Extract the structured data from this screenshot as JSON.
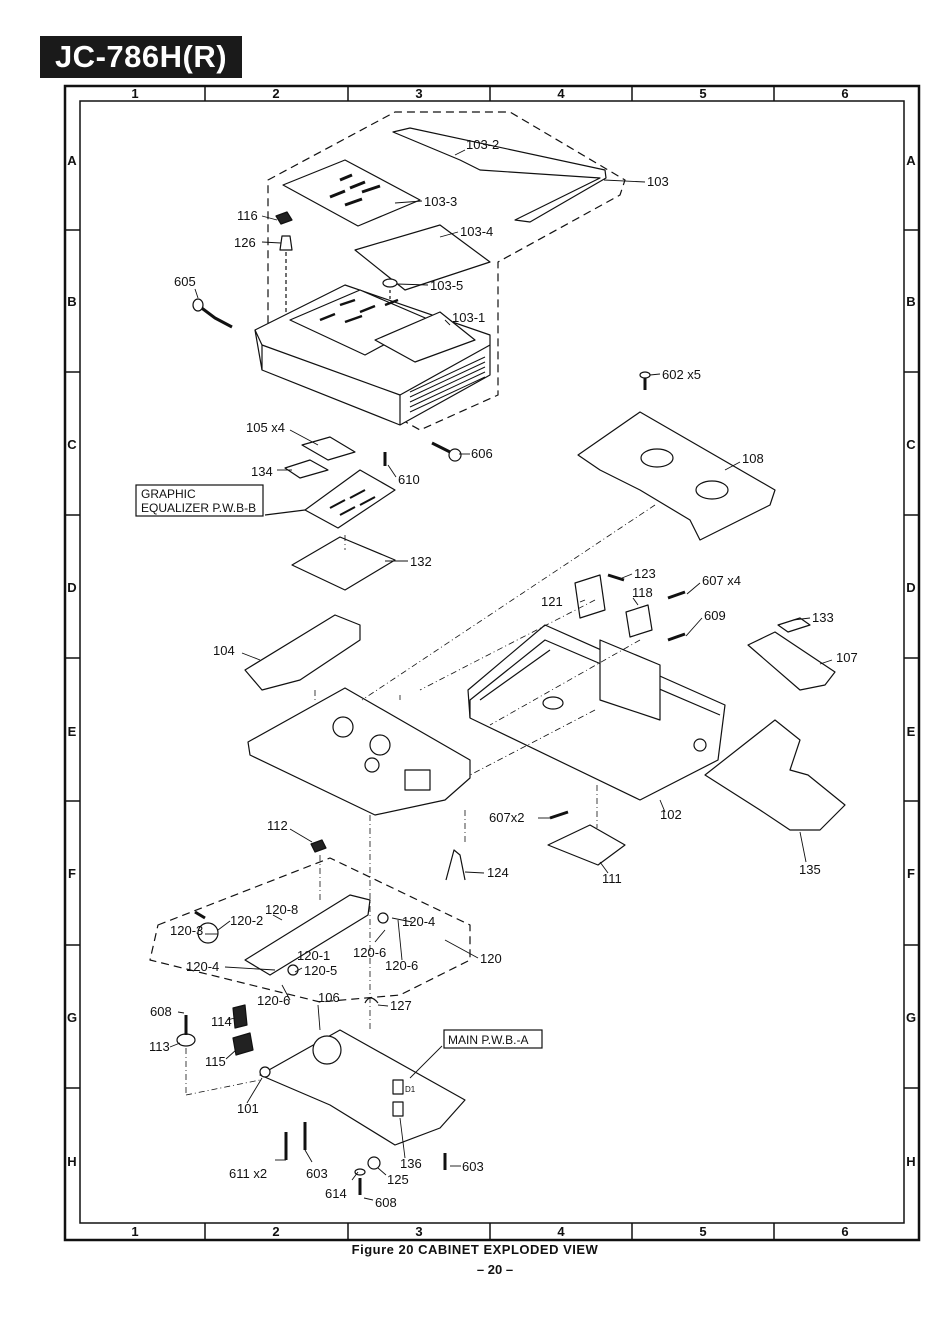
{
  "model_tag": "JC-786H(R)",
  "grid": {
    "columns": [
      "1",
      "2",
      "3",
      "4",
      "5",
      "6"
    ],
    "rows": [
      "A",
      "B",
      "C",
      "D",
      "E",
      "F",
      "G",
      "H"
    ]
  },
  "labels": {
    "p103_2": "103-2",
    "p103": "103",
    "p103_3": "103-3",
    "p116": "116",
    "p126": "126",
    "p103_4": "103-4",
    "p605": "605",
    "p103_5": "103-5",
    "p103_1": "103-1",
    "p602": "602 x5",
    "p105": "105 x4",
    "p606": "606",
    "p108": "108",
    "p134": "134",
    "p610": "610",
    "p132": "132",
    "p123": "123",
    "p607a": "607 x4",
    "p121": "121",
    "p118": "118",
    "p609": "609",
    "p133": "133",
    "p104": "104",
    "p107": "107",
    "p607b": "607x2",
    "p102": "102",
    "p112": "112",
    "p124": "124",
    "p111": "111",
    "p135": "135",
    "p120_8": "120-8",
    "p120_3": "120-3",
    "p120_2": "120-2",
    "p120_4a": "120-4",
    "p120_1": "120-1",
    "p120_6a": "120-6",
    "p120_6b": "120-6",
    "p120": "120",
    "p120_4b": "120-4",
    "p120_5": "120-5",
    "p120_6c": "120-6",
    "p106": "106",
    "p127": "127",
    "p608a": "608",
    "p114": "114",
    "p113": "113",
    "p115": "115",
    "p101": "101",
    "p611": "611 x2",
    "p603a": "603",
    "p136": "136",
    "p603b": "603",
    "p614": "614",
    "p125": "125",
    "p608b": "608",
    "pd1": "D1"
  },
  "boards": {
    "graphic_eq_line1": "GRAPHIC",
    "graphic_eq_line2": "EQUALIZER P.W.B-B",
    "main_pwb": "MAIN P.W.B.-A"
  },
  "caption": "Figure 20 CABINET EXPLODED VIEW",
  "page_number": "– 20 –"
}
